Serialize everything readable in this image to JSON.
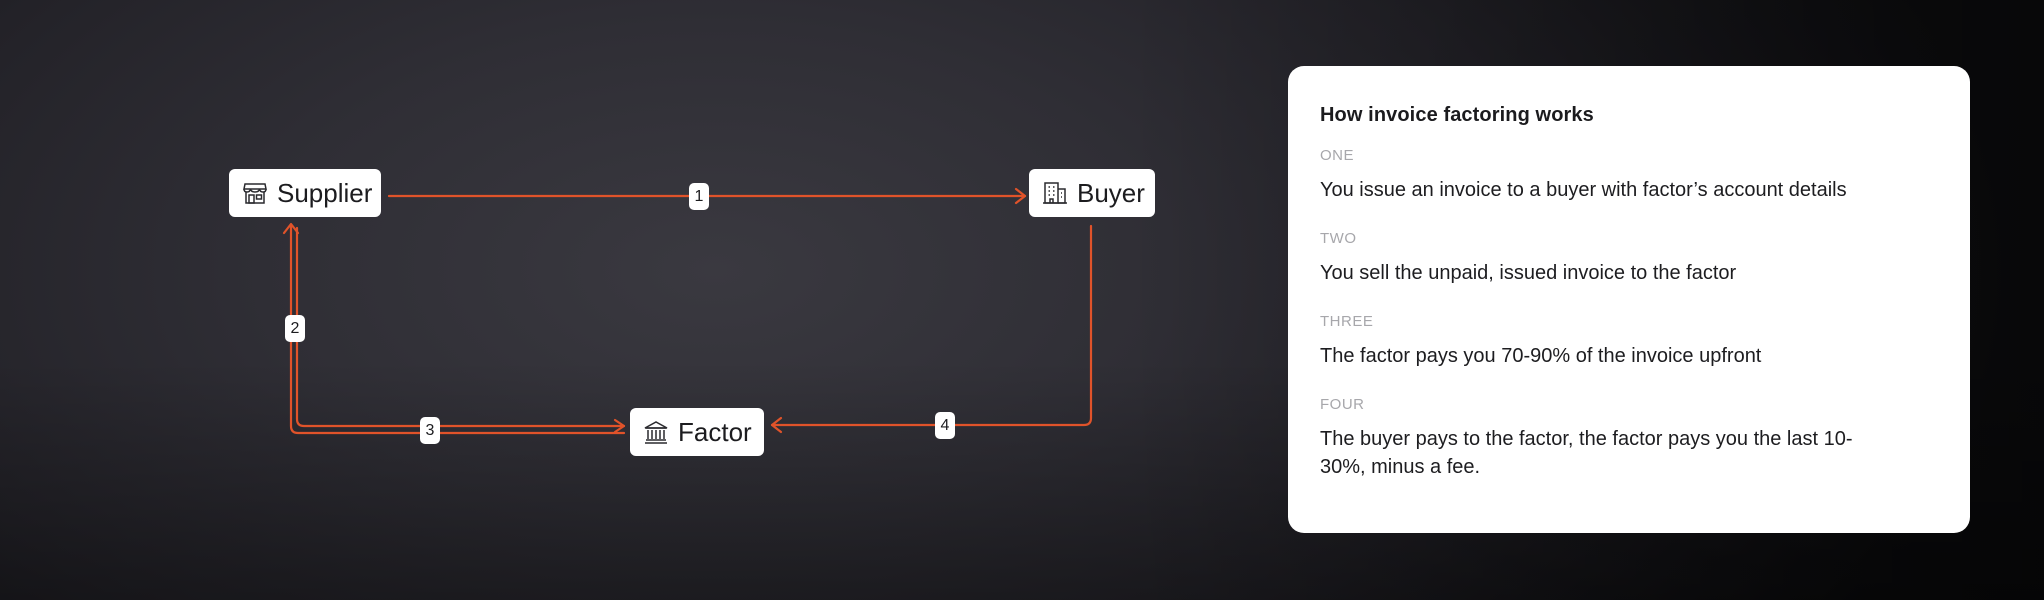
{
  "diagram": {
    "accent_color": "#e0532a",
    "nodes": {
      "supplier": {
        "label": "Supplier",
        "icon": "store-icon"
      },
      "buyer": {
        "label": "Buyer",
        "icon": "building-icon"
      },
      "factor": {
        "label": "Factor",
        "icon": "bank-icon"
      }
    },
    "edges": [
      {
        "from": "Supplier",
        "to": "Buyer",
        "label": "1"
      },
      {
        "from": "Supplier",
        "to": "Factor",
        "label": "2"
      },
      {
        "from": "Factor",
        "to": "Supplier",
        "label": "3"
      },
      {
        "from": "Buyer",
        "to": "Factor",
        "label": "4"
      }
    ]
  },
  "card": {
    "title": "How invoice factoring works",
    "steps": [
      {
        "label": "ONE",
        "text": "You issue an invoice to a buyer with factor’s account details"
      },
      {
        "label": "TWO",
        "text": "You sell the unpaid, issued invoice to the factor"
      },
      {
        "label": "THREE",
        "text": "The factor pays you 70-90% of the invoice upfront"
      },
      {
        "label": "FOUR",
        "text": "The buyer pays to the factor, the factor pays you the last 10-30%, minus a fee."
      }
    ]
  }
}
